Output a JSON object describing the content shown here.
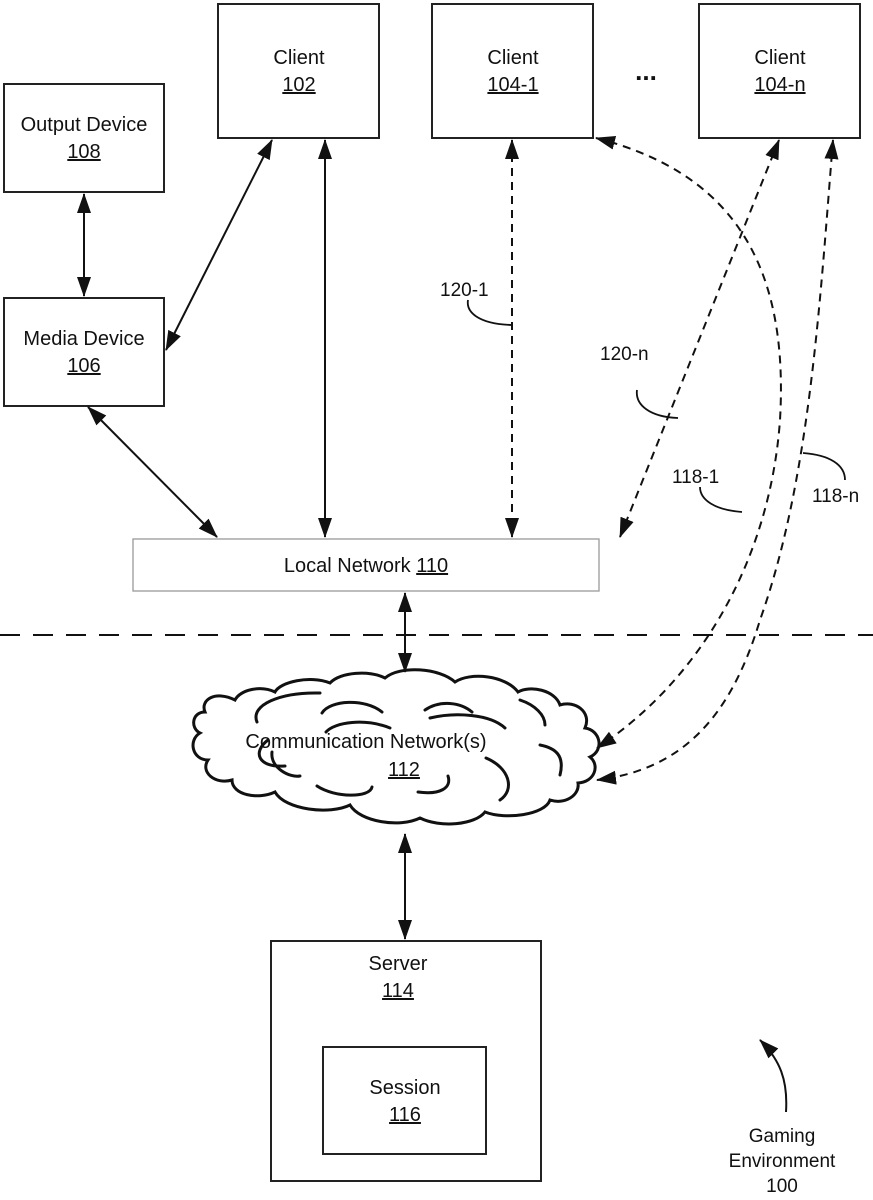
{
  "diagram": {
    "title": "Gaming Environment",
    "title_ref": "100",
    "ellipsis": "...",
    "nodes": {
      "output_device": {
        "label": "Output Device",
        "ref": "108"
      },
      "media_device": {
        "label": "Media Device",
        "ref": "106"
      },
      "client_102": {
        "label": "Client",
        "ref": "102"
      },
      "client_104_1": {
        "label": "Client",
        "ref": "104-1"
      },
      "client_104_n": {
        "label": "Client",
        "ref": "104-n"
      },
      "local_network": {
        "label": "Local Network",
        "ref": "110"
      },
      "communication_network": {
        "label": "Communication Network(s)",
        "ref": "112"
      },
      "server": {
        "label": "Server",
        "ref": "114"
      },
      "session": {
        "label": "Session",
        "ref": "116"
      }
    },
    "connection_labels": {
      "c120_1": "120-1",
      "c120_n": "120-n",
      "c118_1": "118-1",
      "c118_n": "118-n"
    },
    "edges": [
      {
        "from": "output_device",
        "to": "media_device",
        "style": "solid",
        "bidirectional": true
      },
      {
        "from": "media_device",
        "to": "client_102",
        "style": "solid",
        "bidirectional": true
      },
      {
        "from": "media_device",
        "to": "local_network",
        "style": "solid",
        "bidirectional": true
      },
      {
        "from": "client_102",
        "to": "local_network",
        "style": "solid",
        "bidirectional": true
      },
      {
        "from": "client_104_1",
        "to": "local_network",
        "style": "dashed",
        "bidirectional": true,
        "label": "120-1"
      },
      {
        "from": "client_104_n",
        "to": "local_network",
        "style": "dashed",
        "bidirectional": true,
        "label": "120-n"
      },
      {
        "from": "client_104_1",
        "to": "communication_network",
        "style": "dashed",
        "bidirectional": true,
        "label": "118-1"
      },
      {
        "from": "client_104_n",
        "to": "communication_network",
        "style": "dashed",
        "bidirectional": true,
        "label": "118-n"
      },
      {
        "from": "local_network",
        "to": "communication_network",
        "style": "solid",
        "bidirectional": true
      },
      {
        "from": "communication_network",
        "to": "server",
        "style": "solid",
        "bidirectional": true
      }
    ]
  }
}
